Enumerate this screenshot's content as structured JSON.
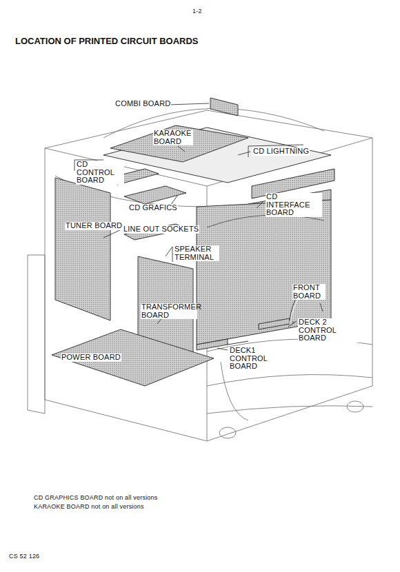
{
  "diagram": {
    "title": "LOCATION OF PRINTED CIRCUIT BOARDS",
    "labels": [
      "1-2",
      "COMBI BOARD",
      "KARAOKE BOARD",
      "CD LIGHTNING",
      "CD CONTROL BOARD",
      "CD GRAFICS",
      "CD INTERFACE BOARD",
      "TUNER BOARD",
      "LINE OUT SOCKETS",
      "SPEAKER TERMINAL",
      "FRONT BOARD",
      "DECK 2 CONTROL BOARD",
      "TRANSFORMER BOARD",
      "DECK1 CONTROL BOARD",
      "POWER BOARD",
      "CD GRAPHICS BOARD not on all versions",
      "KARAOKE BOARD not on all versions",
      "CS 52 126"
    ]
  }
}
